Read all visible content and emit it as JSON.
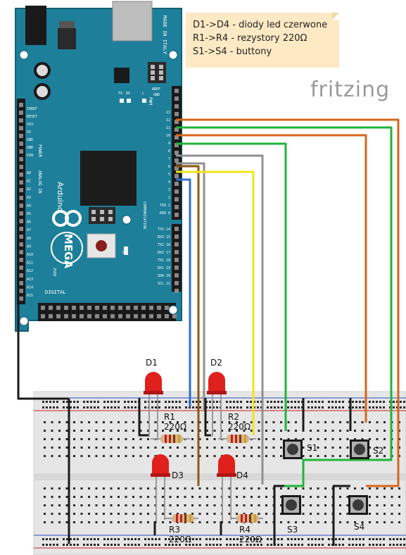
{
  "note": {
    "lines": [
      "D1->D4 - diody led czerwone",
      "R1->R4 - rezystory 220Ω",
      "S1->S4 - buttony"
    ]
  },
  "watermark": "fritzing",
  "board": {
    "made_in": "MADE IN ITALY",
    "brand": "Arduino",
    "model": "MEGA",
    "power_label": "POWER",
    "analog_label": "ANALOG IN",
    "digital_label": "DIGITAL",
    "pwm_label": "PWM",
    "comm_label": "COMMUNICATION",
    "aref": "AREF",
    "gnd": "GND",
    "tx": "TX",
    "rx": "RX",
    "l": "L",
    "on": "ON",
    "year": "2560",
    "power_pins": [
      "IOREF",
      "RESET",
      "3V3",
      "5V",
      "GND",
      "GND",
      "VIN"
    ],
    "analog_pins": [
      "A0",
      "A1",
      "A2",
      "A3",
      "A4",
      "A5",
      "A6",
      "A7",
      "A8",
      "A9",
      "A10",
      "A11",
      "A12",
      "A13",
      "A14",
      "A15"
    ],
    "pwm_pins": [
      "13",
      "12",
      "11",
      "10",
      "9",
      "8",
      "7",
      "6",
      "5",
      "4",
      "3",
      "2",
      "TX0 1",
      "RX0 0"
    ],
    "comm_pins": [
      "TX3 14",
      "RX3 15",
      "TX2 16",
      "RX2 17",
      "TX1 18",
      "RX1 19",
      "SDA 20",
      "SCL 21"
    ]
  },
  "components": {
    "leds": [
      "D1",
      "D2",
      "D3",
      "D4"
    ],
    "resistors": [
      "R1",
      "R2",
      "R3",
      "R4"
    ],
    "resistor_value": "220Ω",
    "buttons": [
      "S1",
      "S2",
      "S3",
      "S4"
    ]
  },
  "colors": {
    "board": "#1d7f9a",
    "breadboard": "#e6e6e6",
    "led": "#e0201c",
    "wire_orange": "#d4661c",
    "wire_green": "#1fb43a",
    "wire_gray": "#909090",
    "wire_yellow": "#f2e418",
    "wire_blue": "#2f6fc8",
    "wire_brown": "#8a5a12",
    "wire_black": "#1a1a1a"
  }
}
